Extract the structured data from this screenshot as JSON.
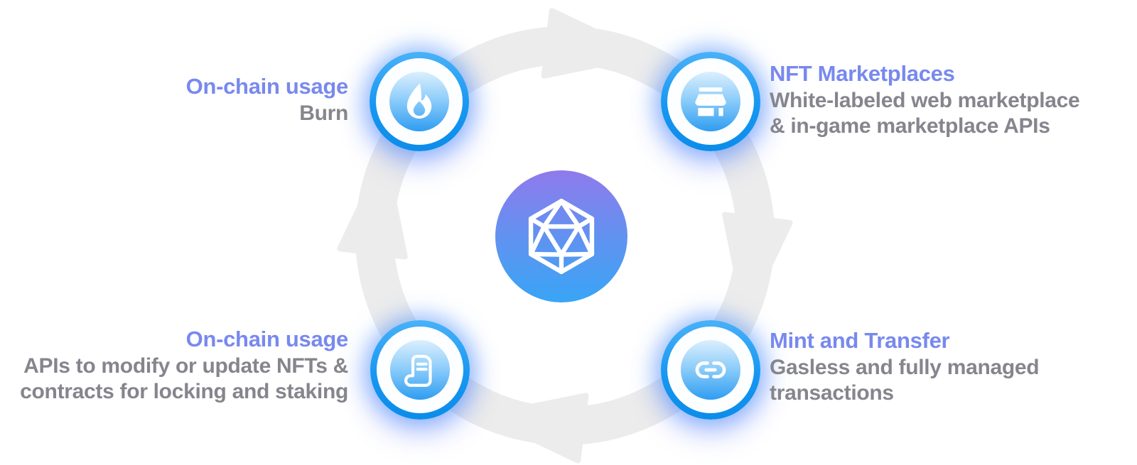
{
  "diagram": {
    "kind": "lifecycle-diagram",
    "direction": "clockwise"
  },
  "colors": {
    "background": "#ffffff",
    "ring": "#ECECEC",
    "title_text": "#7889EE",
    "subtitle_text": "#85858D",
    "node_outer_blue": "#1697F1",
    "node_face_top": "#DCEFFD",
    "node_face_bottom": "#2F9DF1",
    "center_gradient_top": "#8F7AEC",
    "center_gradient_bottom": "#38A5F5",
    "icon_color": "#ffffff"
  },
  "center": {
    "icon": "icosahedron-icon"
  },
  "nodes": [
    {
      "position": "top-left",
      "icon": "flame-icon",
      "title": "On-chain usage",
      "subtitle_lines": [
        "Burn"
      ]
    },
    {
      "position": "top-right",
      "icon": "storefront-icon",
      "title": "NFT Marketplaces",
      "subtitle_lines": [
        "White-labeled web marketplace",
        "& in-game marketplace APIs"
      ]
    },
    {
      "position": "bottom-left",
      "icon": "contract-icon",
      "title": "On-chain usage",
      "subtitle_lines": [
        "APIs to modify or update NFTs &",
        "contracts for locking and staking"
      ]
    },
    {
      "position": "bottom-right",
      "icon": "link-icon",
      "title": "Mint and Transfer",
      "subtitle_lines": [
        "Gasless and fully managed",
        "transactions"
      ]
    }
  ]
}
